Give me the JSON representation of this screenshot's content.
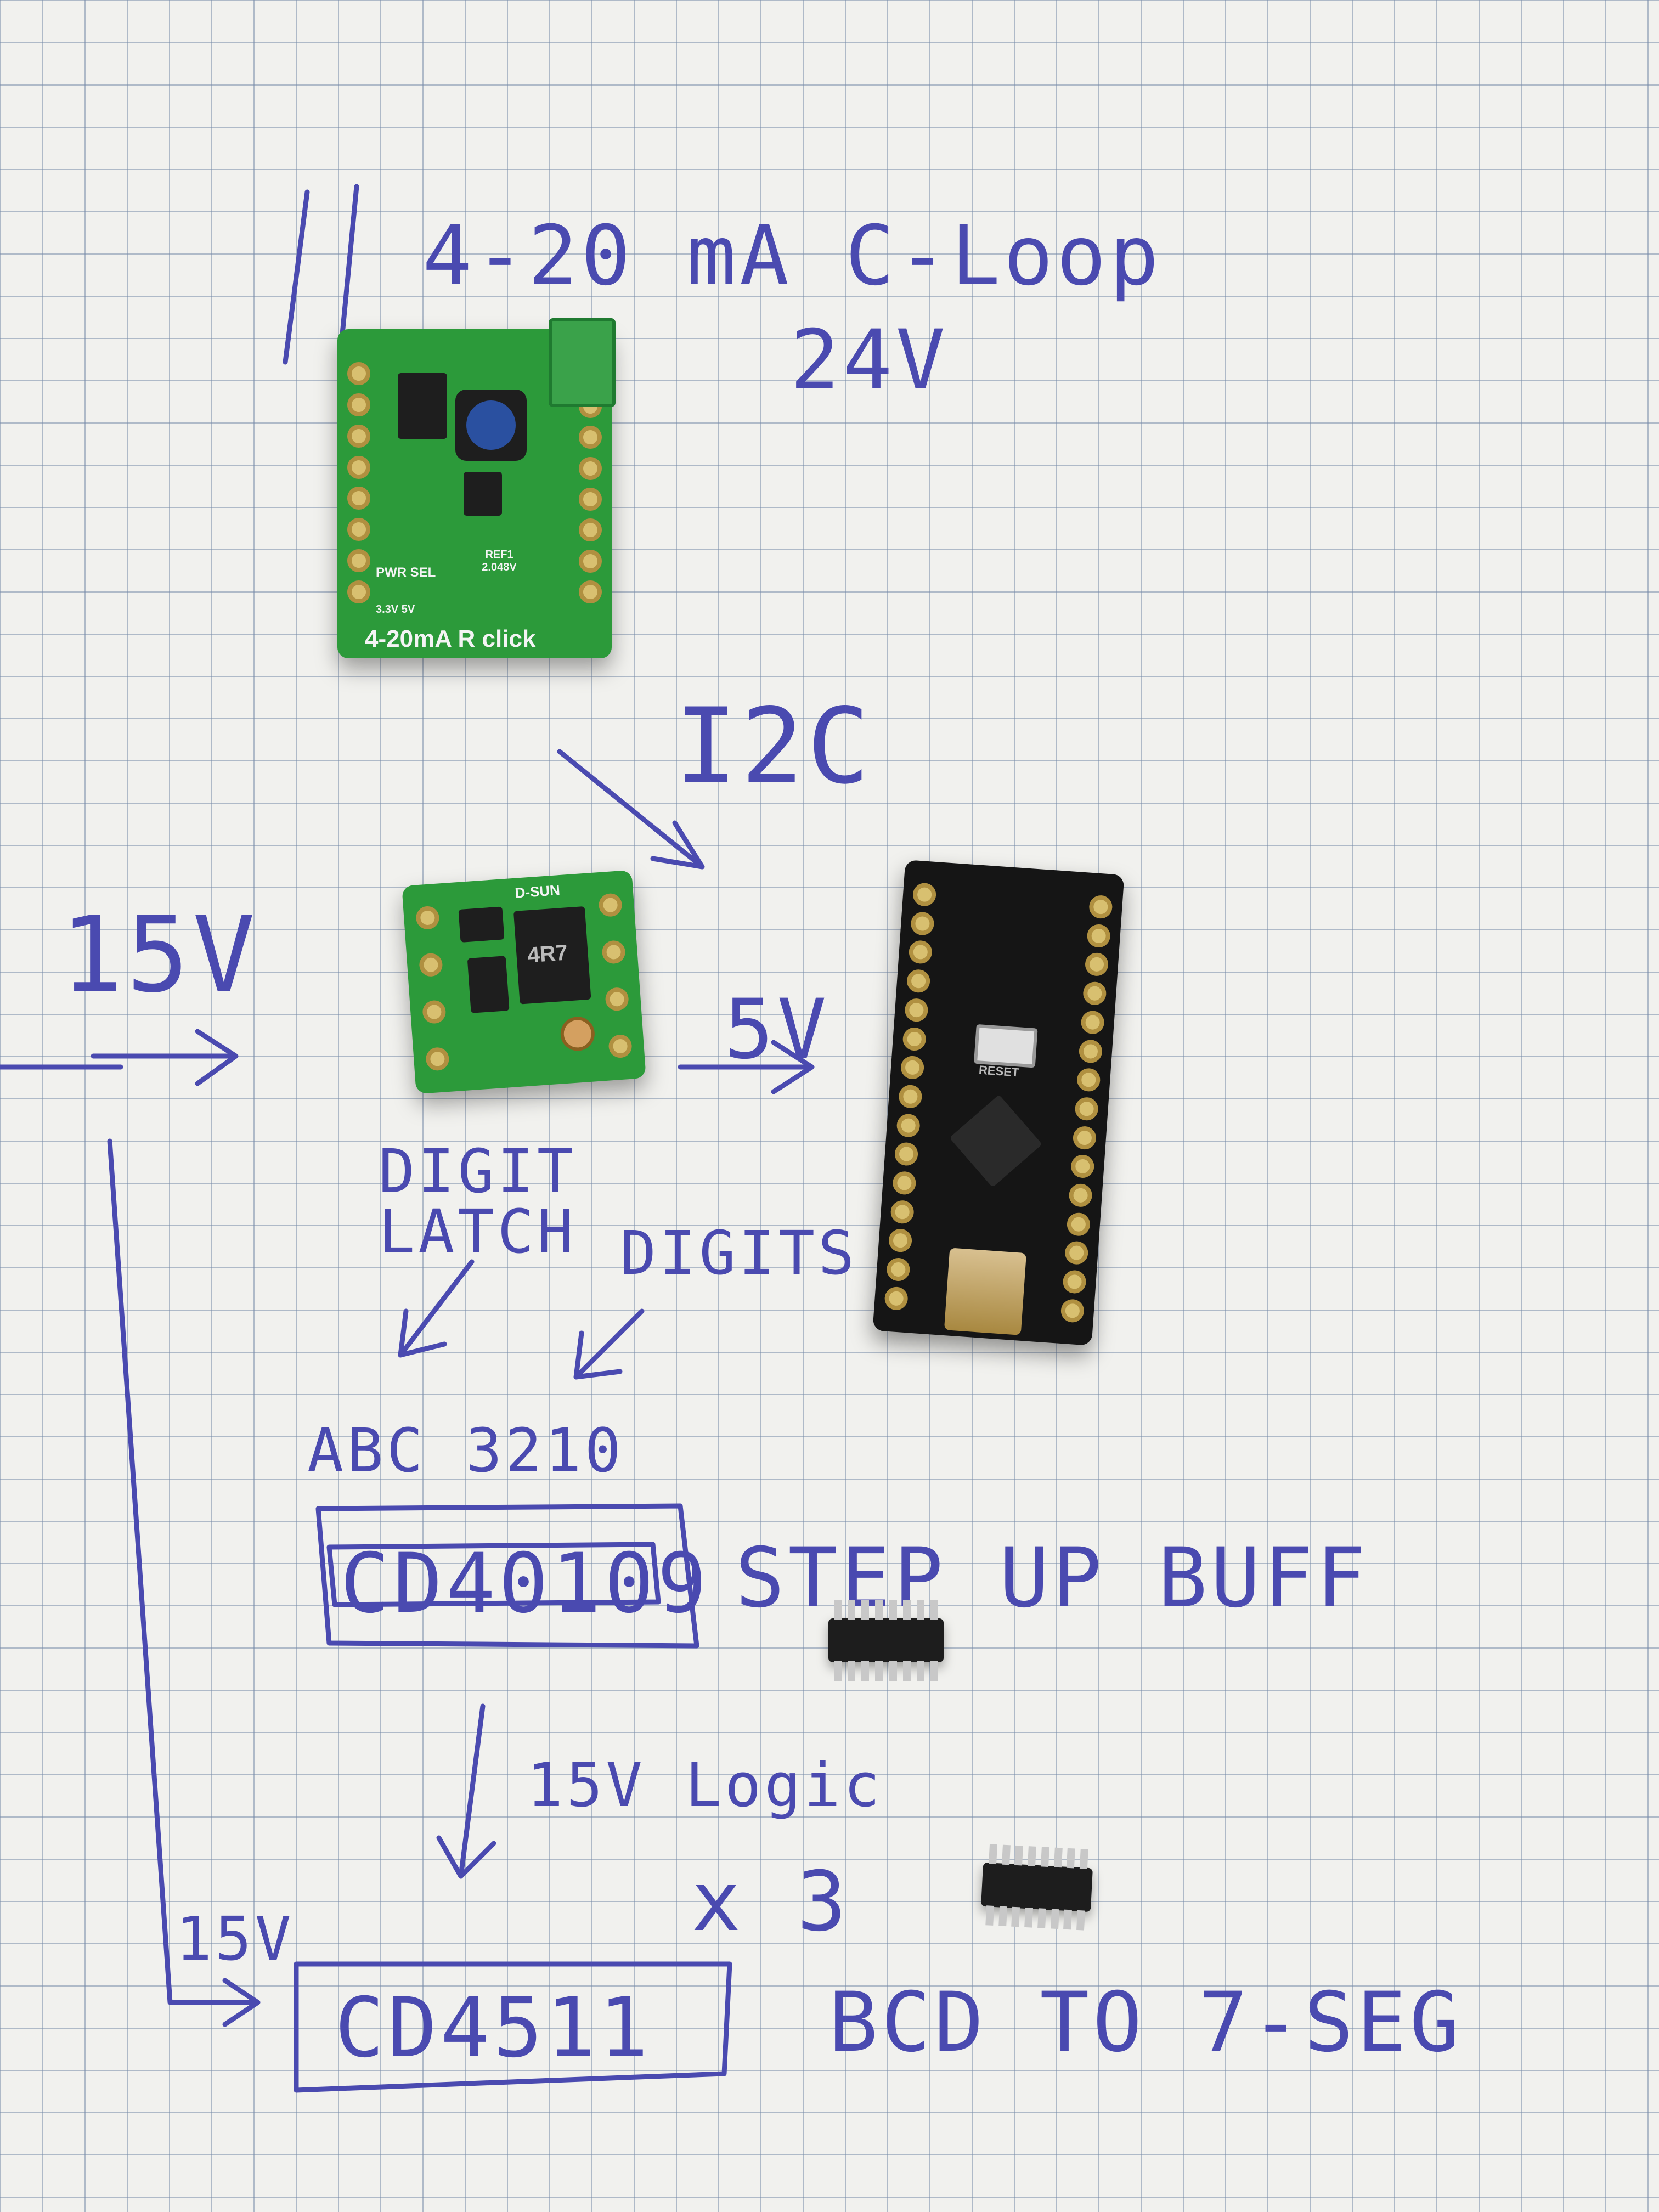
{
  "notes": {
    "loop_title": "4-20 mA C-Loop",
    "loop_voltage": "24V",
    "bus": "I2C",
    "input_voltage": "15V",
    "regulated_voltage": "5V",
    "digit_latch": "DIGIT LATCH",
    "digits": "DIGITS",
    "pins": "ABC 3210",
    "chip1": "CD40109",
    "chip1_note": "STEP UP BUFF",
    "logic_note": "15V Logic",
    "multiplier": "x 3",
    "supply_label": "15V",
    "chip2": "CD4511",
    "chip2_note": "BCD TO 7-SEG"
  },
  "boards": {
    "click_board": "4-20mA R click",
    "click_pwr": "PWR SEL",
    "click_ref": "REF1 2.048V",
    "click_v": "3.3V 5V",
    "buck_brand": "D-SUN",
    "buck_inductor": "4R7",
    "nano_reset": "RESET"
  },
  "colors": {
    "ink": "#4a4ab0",
    "paper": "#f1f1ee",
    "pcb_green": "#2c9a3a",
    "pcb_black": "#151515"
  }
}
